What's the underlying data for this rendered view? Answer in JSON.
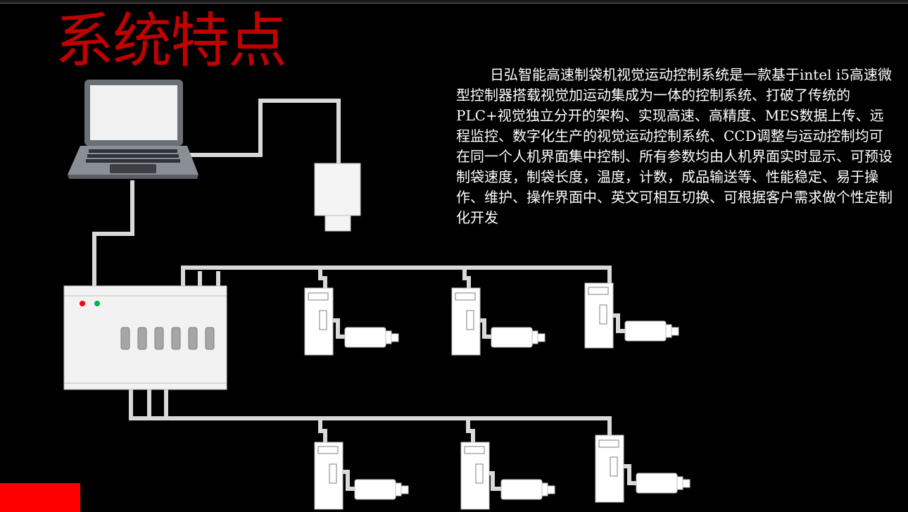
{
  "slide": {
    "title": "系统特点",
    "description": "日弘智能高速制袋机视觉运动控制系统是一款基于intel i5高速微型控制器搭载视觉加运动集成为一体的控制系统、打破了传统的PLC+视觉独立分开的架构、实现高速、高精度、MES数据上传、远程监控、数字化生产的视觉运动控制系统、CCD调整与运动控制均可在同一个人机界面集中控制、所有参数均由人机界面实时显示、可预设制袋速度，制袋长度，温度，计数，成品输送等、性能稳定、易于操作、维护、操作界面中、英文可相互切换、可根据客户需求做个性定制化开发"
  },
  "colors": {
    "background": "#000000",
    "title": "#c00000",
    "text": "#ffffff",
    "cable": "#d9d9d9",
    "device": "#ffffff",
    "accent_block": "#ff0000",
    "led_red": "#ff0000",
    "led_green": "#00b050"
  },
  "diagram": {
    "controller_leds": [
      "red",
      "green"
    ],
    "controller_ports": 6,
    "servo_drives_top_row": 3,
    "servo_drives_bottom_row": 3,
    "icons": [
      "laptop-icon",
      "camera-icon",
      "controller-icon",
      "servo-drive-icon",
      "servo-motor-icon"
    ]
  }
}
